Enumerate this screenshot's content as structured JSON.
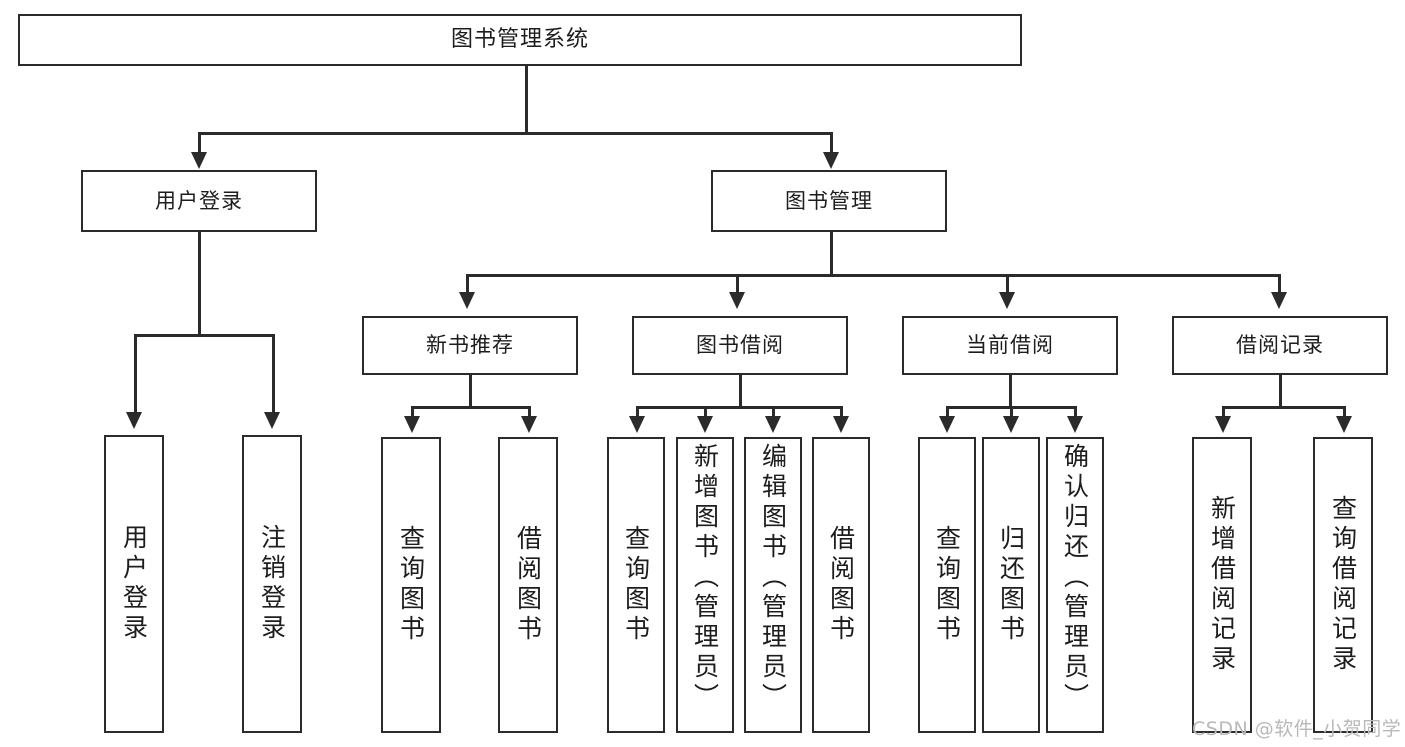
{
  "diagram": {
    "title": "图书管理系统",
    "type": "tree-hierarchy",
    "watermark": "CSDN @软件_小贺同学",
    "colors": {
      "stroke": "#2b2b2b",
      "background": "#ffffff",
      "text": "#1d1d1d",
      "watermark": "#b9b9b9"
    }
  },
  "root": {
    "label": "图书管理系统"
  },
  "level2": [
    {
      "label": "用户登录"
    },
    {
      "label": "图书管理"
    }
  ],
  "level3": [
    {
      "label": "新书推荐"
    },
    {
      "label": "图书借阅"
    },
    {
      "label": "当前借阅"
    },
    {
      "label": "借阅记录"
    }
  ],
  "leaves": {
    "user_login": [
      {
        "label": "用户登录"
      },
      {
        "label": "注销登录"
      }
    ],
    "new_book": [
      {
        "label": "查询图书"
      },
      {
        "label": "借阅图书"
      }
    ],
    "book_borrow": [
      {
        "label": "查询图书"
      },
      {
        "label": "新增图书（管理员）"
      },
      {
        "label": "编辑图书（管理员）"
      },
      {
        "label": "借阅图书"
      }
    ],
    "current_borrow": [
      {
        "label": "查询图书"
      },
      {
        "label": "归还图书"
      },
      {
        "label": "确认归还（管理员）"
      }
    ],
    "borrow_record": [
      {
        "label": "新增借阅记录"
      },
      {
        "label": "查询借阅记录"
      }
    ]
  }
}
